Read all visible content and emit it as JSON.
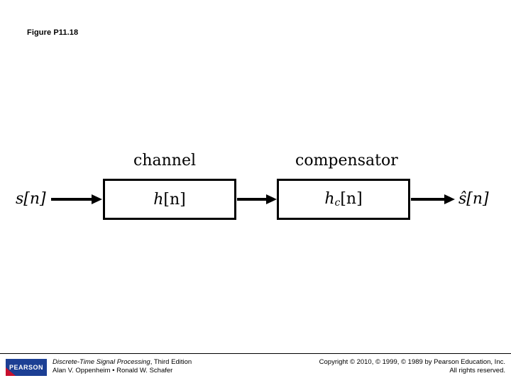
{
  "figure": {
    "label": "Figure P11.18"
  },
  "diagram": {
    "type": "block-diagram",
    "input_signal": "s[n]",
    "output_signal": "ŝ[n]",
    "blocks": [
      {
        "title": "channel",
        "label_main": "h",
        "label_sub": "",
        "label_bracket": "[n]"
      },
      {
        "title": "compensator",
        "label_main": "h",
        "label_sub": "c",
        "label_bracket": "[n]"
      }
    ],
    "arrows": 3
  },
  "footer": {
    "logo_text": "PEARSON",
    "book_title": "Discrete-Time Signal Processing",
    "book_edition": ", Third Edition",
    "authors": "Alan V. Oppenheim • Ronald W. Schafer",
    "copyright": "Copyright © 2010, © 1999, © 1989 by Pearson Education, Inc.",
    "rights": "All rights reserved."
  },
  "colors": {
    "logo_blue": "#1c3f94",
    "logo_red": "#c7102e",
    "ink": "#000000",
    "background": "#ffffff"
  }
}
